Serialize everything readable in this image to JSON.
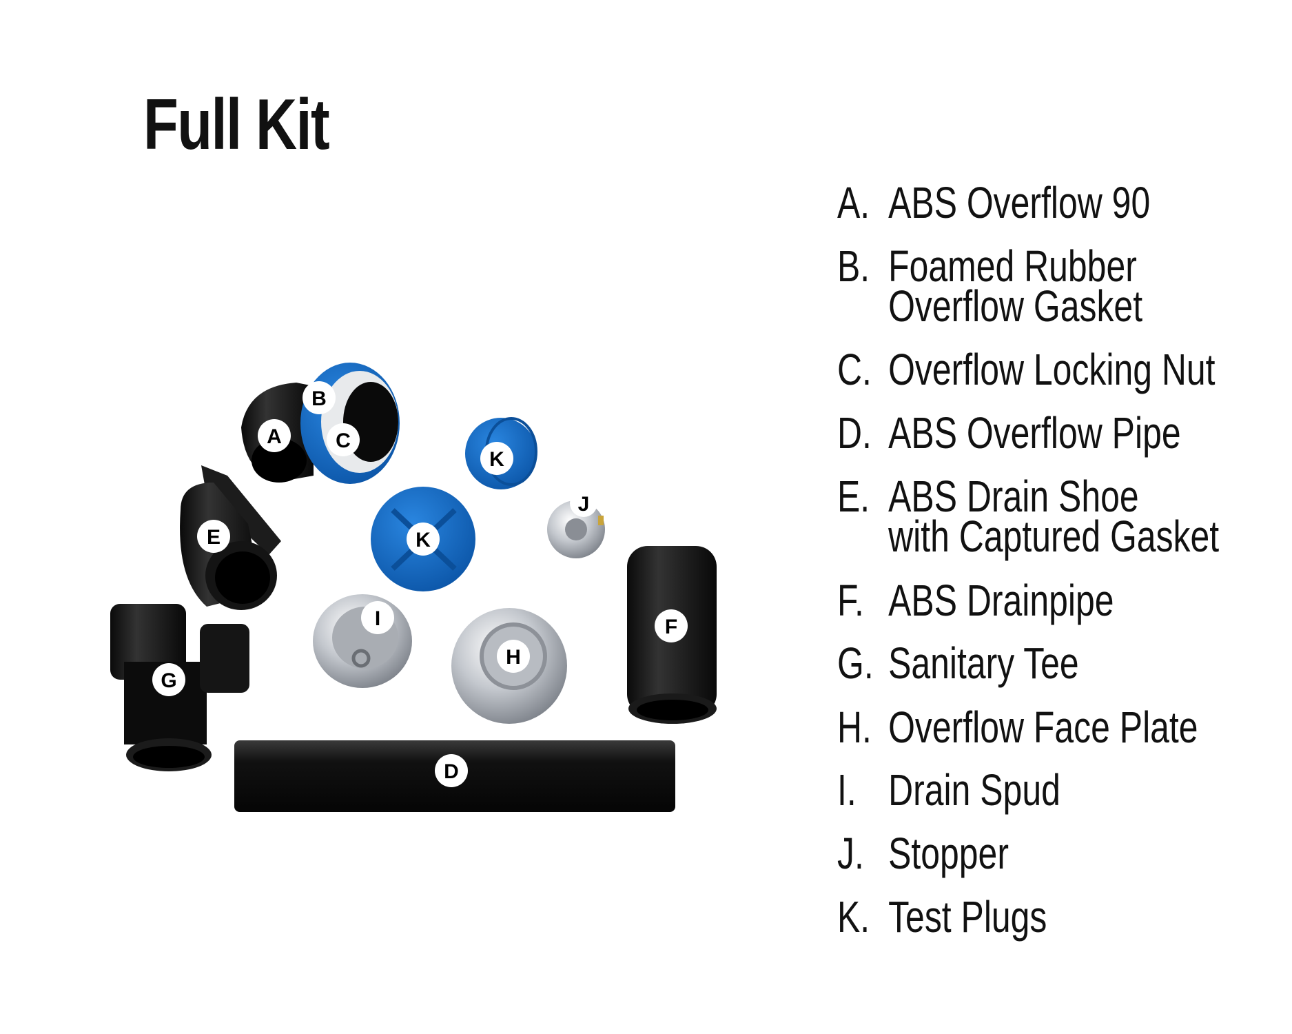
{
  "title": "Full Kit",
  "legend": [
    {
      "letter": "A.",
      "lines": [
        "ABS Overflow 90"
      ]
    },
    {
      "letter": "B.",
      "lines": [
        "Foamed Rubber",
        "Overflow Gasket"
      ]
    },
    {
      "letter": "C.",
      "lines": [
        "Overflow Locking Nut"
      ]
    },
    {
      "letter": "D.",
      "lines": [
        "ABS Overflow Pipe"
      ]
    },
    {
      "letter": "E.",
      "lines": [
        "ABS Drain Shoe",
        "with Captured Gasket"
      ]
    },
    {
      "letter": "F.",
      "lines": [
        "ABS Drainpipe"
      ]
    },
    {
      "letter": "G.",
      "lines": [
        "Sanitary Tee"
      ]
    },
    {
      "letter": "H.",
      "lines": [
        "Overflow Face Plate"
      ]
    },
    {
      "letter": "I.",
      "lines": [
        "Drain Spud"
      ]
    },
    {
      "letter": "J.",
      "lines": [
        "Stopper"
      ]
    },
    {
      "letter": "K.",
      "lines": [
        "Test Plugs"
      ]
    }
  ],
  "callouts": {
    "a": "A",
    "b": "B",
    "c": "C",
    "d": "D",
    "e": "E",
    "f": "F",
    "g": "G",
    "h": "H",
    "i": "I",
    "j": "J",
    "k1": "K",
    "k2": "K"
  },
  "colors": {
    "abs_black": "#111111",
    "plug_blue": "#1a6fc4",
    "chrome": "#c9ccd1"
  }
}
